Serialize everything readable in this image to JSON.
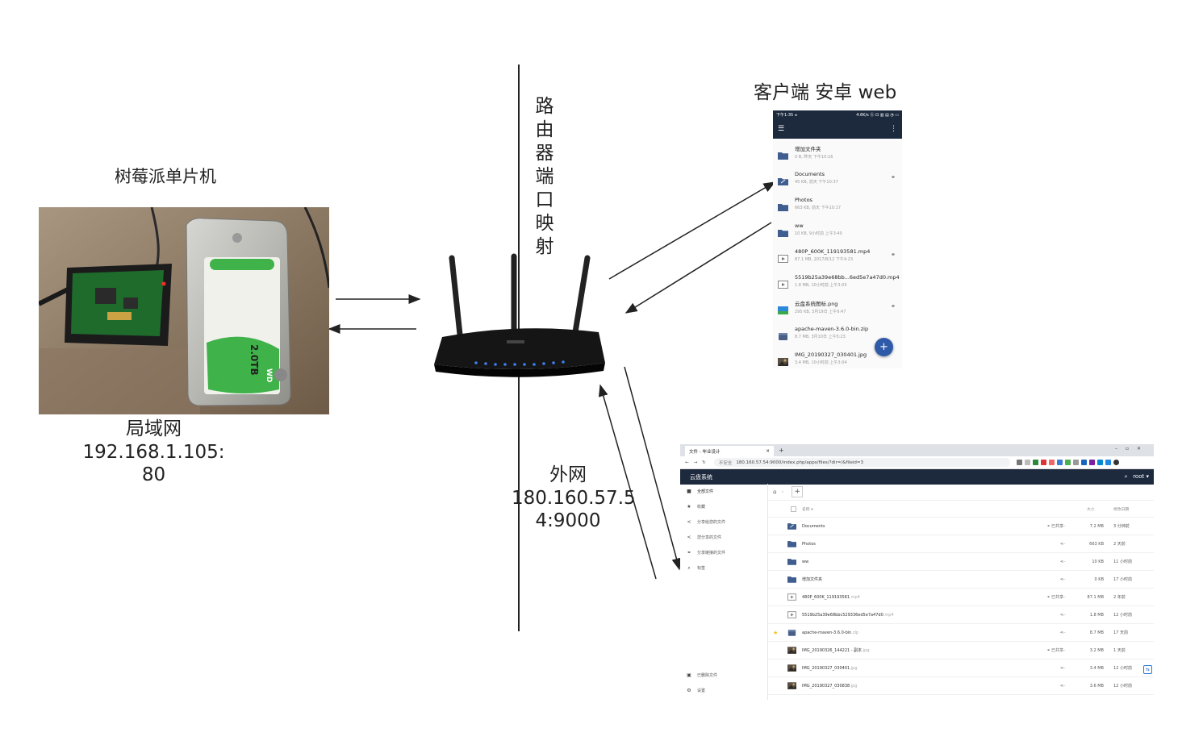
{
  "labels": {
    "pi_title": "树莓派单片机",
    "client_title": "客户端 安卓 web",
    "router_mapping": "路由器端口映射",
    "lan": [
      "局域网",
      "192.168.1.105:",
      "80"
    ],
    "wan": [
      "外网",
      "180.160.57.5",
      "4:9000"
    ]
  },
  "photo": {
    "hdd_capacity": "2.0TB",
    "hdd_brand": "WD"
  },
  "phone": {
    "status_left": "下午1:35 ◂",
    "status_right": "4.6K/s ⓑ ⊡ ▥ ▤ ◔ ▭",
    "files": [
      {
        "name": "增加文件夹",
        "meta": "0 B, 昨天 下午10:16",
        "type": "folder",
        "shared": false
      },
      {
        "name": "Documents",
        "meta": "45 KB, 前天 下午10:37",
        "type": "folder-shared",
        "shared": true
      },
      {
        "name": "Photos",
        "meta": "663 KB, 前天 下午10:17",
        "type": "folder",
        "shared": false
      },
      {
        "name": "ww",
        "meta": "10 KB, 9小时前 上午3:40",
        "type": "folder",
        "shared": false
      },
      {
        "name": "480P_600K_119193581.mp4",
        "meta": "87.1 MB, 2017/8/12 下午4:23",
        "type": "video",
        "shared": true
      },
      {
        "name": "5519b25a39e68bb...6ed5e7a47d0.mp4",
        "meta": "1.8 MB, 10小时前 上午3:05",
        "type": "video",
        "shared": false
      },
      {
        "name": "云盘系统图标.png",
        "meta": "295 KB, 3月19日 上午9:47",
        "type": "image",
        "shared": true
      },
      {
        "name": "apache-maven-3.6.0-bin.zip",
        "meta": "8.7 MB, 3月10日 上午5:23",
        "type": "archive",
        "shared": false
      },
      {
        "name": "IMG_20190327_030401.jpg",
        "meta": "3.4 MB, 10小时前 上午3:04",
        "type": "photo",
        "shared": false
      }
    ],
    "fab": "+"
  },
  "web": {
    "tab_title": "文件 - 毕业设计",
    "url_security": "不安全",
    "url": "180.160.57.54:9000/index.php/apps/files/?dir=/&fileid=3",
    "app_name": "云盘系统",
    "user": "root",
    "sidebar": [
      {
        "label": "全部文件",
        "icon": "folder-icon",
        "active": true
      },
      {
        "label": "收藏",
        "icon": "star-icon",
        "active": false
      },
      {
        "label": "分享给您的文件",
        "icon": "share-icon",
        "active": false
      },
      {
        "label": "您分享的文件",
        "icon": "share-icon",
        "active": false
      },
      {
        "label": "分享链接的文件",
        "icon": "link-icon",
        "active": false
      },
      {
        "label": "标签",
        "icon": "tag-icon",
        "active": false
      }
    ],
    "sidebar_bottom": [
      {
        "label": "已删除文件",
        "icon": "trash-icon"
      },
      {
        "label": "设置",
        "icon": "gear-icon"
      }
    ],
    "headers": {
      "name": "名称",
      "size": "大小",
      "modified": "修改日期"
    },
    "files": [
      {
        "name": "Documents",
        "ext": "",
        "share": "已共享",
        "size": "7.2 MB",
        "date": "3 分钟前",
        "type": "folder-shared",
        "starred": false
      },
      {
        "name": "Photos",
        "ext": "",
        "share": "",
        "size": "663 KB",
        "date": "2 天前",
        "type": "folder",
        "starred": false
      },
      {
        "name": "ww",
        "ext": "",
        "share": "",
        "size": "10 KB",
        "date": "11 小时前",
        "type": "folder",
        "starred": false
      },
      {
        "name": "增加文件夹",
        "ext": "",
        "share": "",
        "size": "0 KB",
        "date": "17 小时前",
        "type": "folder",
        "starred": false
      },
      {
        "name": "480P_600K_119193581",
        "ext": ".mp4",
        "share": "已共享",
        "size": "87.1 MB",
        "date": "2 年前",
        "type": "video",
        "starred": false
      },
      {
        "name": "5519b25a39e68bbc529336ed5e7a47d0",
        "ext": ".mp4",
        "share": "",
        "size": "1.8 MB",
        "date": "12 小时前",
        "type": "video",
        "starred": false
      },
      {
        "name": "apache-maven-3.6.0-bin",
        "ext": ".zip",
        "share": "",
        "size": "8.7 MB",
        "date": "17 天前",
        "type": "archive",
        "starred": true
      },
      {
        "name": "IMG_20190326_144221 - 副本",
        "ext": ".jpg",
        "share": "已共享",
        "size": "3.2 MB",
        "date": "1 天前",
        "type": "photo",
        "starred": false
      },
      {
        "name": "IMG_20190327_030401",
        "ext": ".jpg",
        "share": "",
        "size": "3.4 MB",
        "date": "12 小时前",
        "type": "photo",
        "starred": false
      },
      {
        "name": "IMG_20190327_030838",
        "ext": ".jpg",
        "share": "",
        "size": "3.6 MB",
        "date": "12 小时前",
        "type": "photo",
        "starred": false
      }
    ]
  },
  "colors": {
    "header_navy": "#1d2a3e",
    "folder_blue": "#3f5d8f",
    "fab_blue": "#2e5aa8",
    "hdd_green": "#3fb24a"
  }
}
